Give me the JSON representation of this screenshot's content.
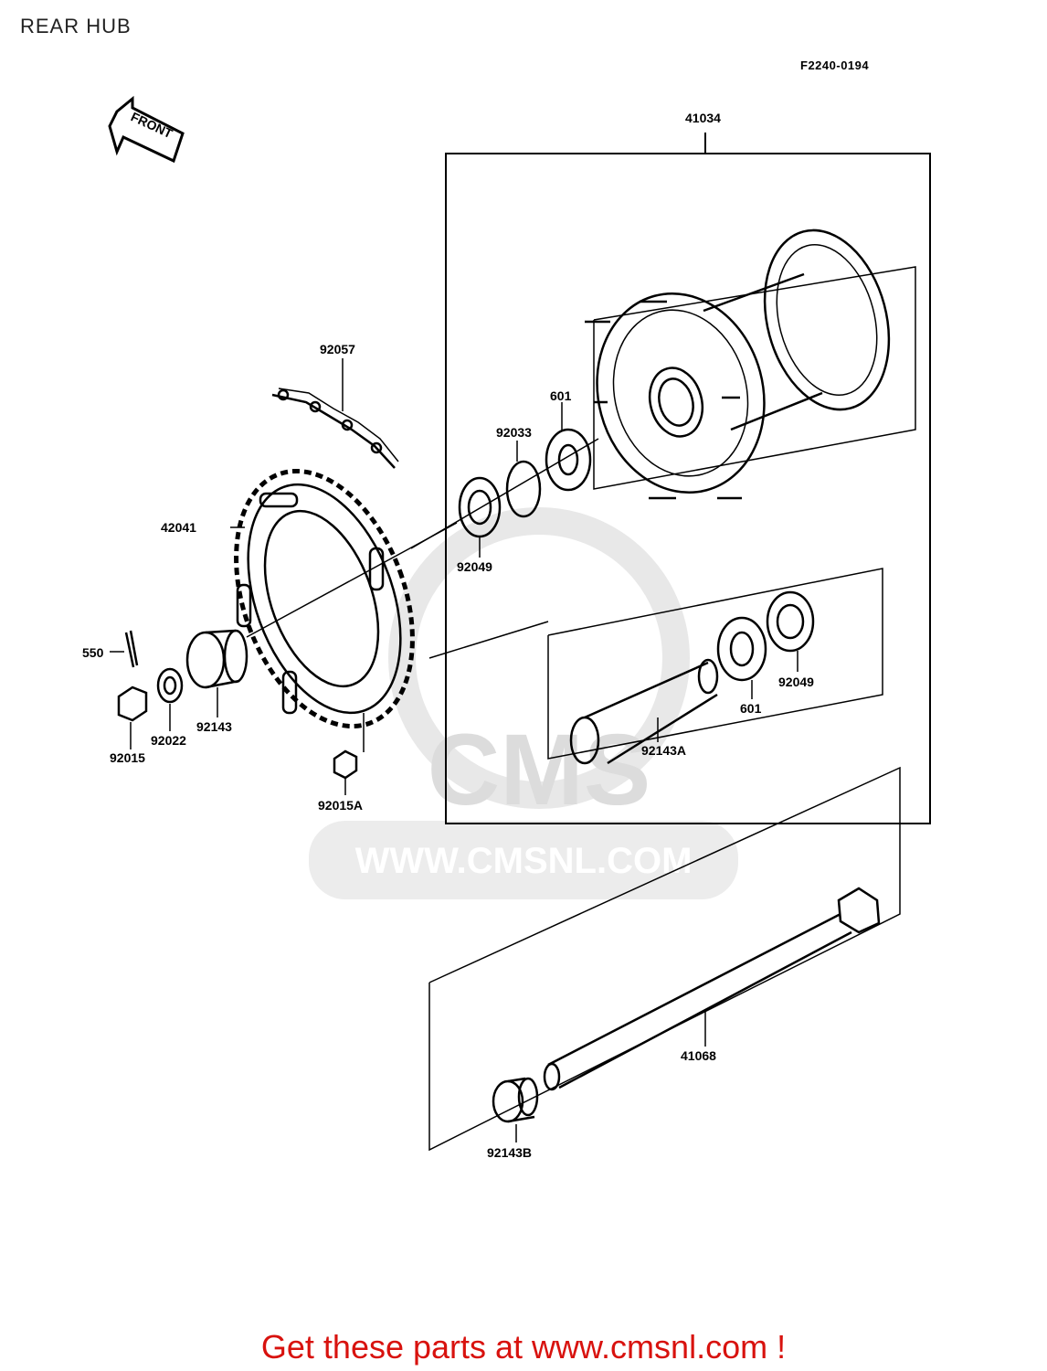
{
  "header": {
    "title": "REAR HUB",
    "diagram_code": "F2240-0194"
  },
  "front_arrow": {
    "label": "FRONT"
  },
  "watermark": {
    "brand": "CMS",
    "url": "WWW.CMSNL.COM"
  },
  "parts": {
    "p41034": "41034",
    "p92057": "92057",
    "p601_top": "601",
    "p92033": "92033",
    "p42041": "42041",
    "p92049_top": "92049",
    "p550": "550",
    "p92022": "92022",
    "p92143": "92143",
    "p92015": "92015",
    "p92015A": "92015A",
    "p601_bottom": "601",
    "p92049_bottom": "92049",
    "p92143A": "92143A",
    "p41068": "41068",
    "p92143B": "92143B"
  },
  "footer": {
    "text": "Get these parts at www.cmsnl.com !"
  },
  "colors": {
    "footer": "#d8120e",
    "line": "#000000",
    "watermark": "#dcdcdc"
  }
}
